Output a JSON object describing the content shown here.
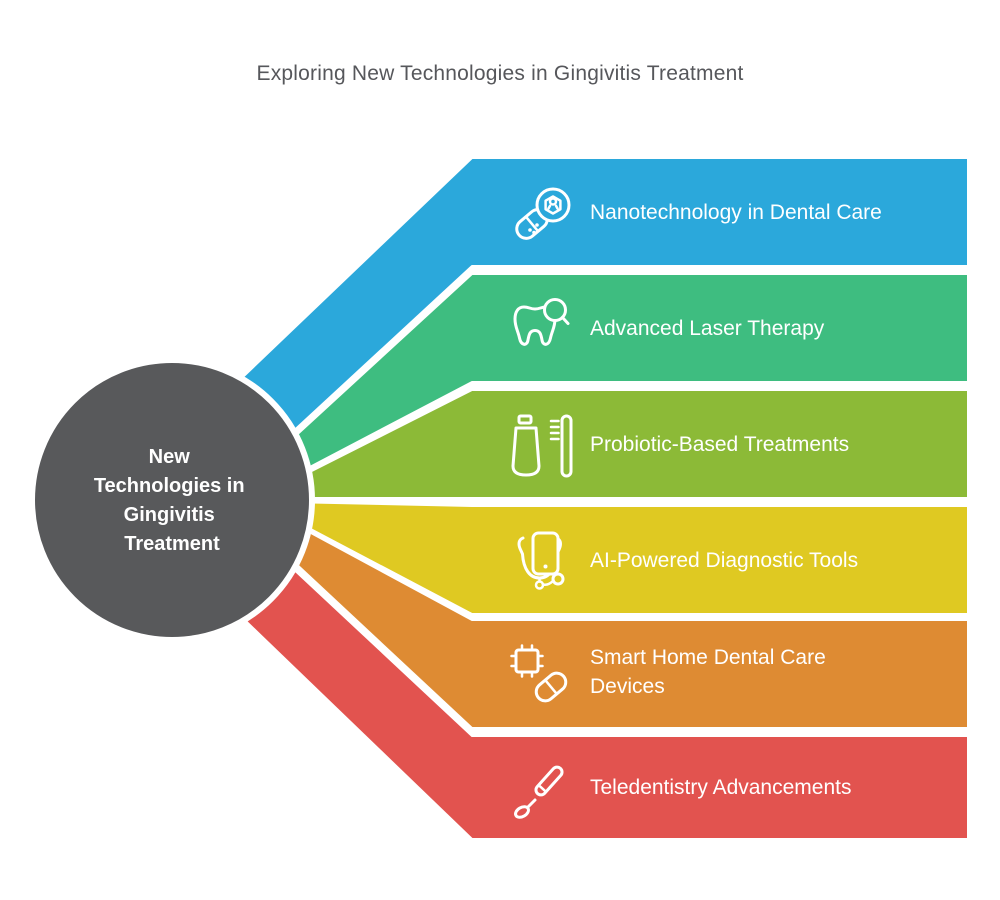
{
  "title": "Exploring New Technologies in Gingivitis Treatment",
  "center": {
    "label": "New Technologies in Gingivitis Treatment",
    "lines": [
      "New",
      "Technologies in",
      "Gingivitis",
      "Treatment"
    ],
    "color": "#58595B",
    "text_color": "#FFFFFF"
  },
  "items": [
    {
      "label": "Nanotechnology in Dental Care",
      "lines": [
        "Nanotechnology in Dental Care"
      ],
      "color": "#2BA8DB",
      "icon": "nano-pill-magnifier-icon"
    },
    {
      "label": "Advanced Laser Therapy",
      "lines": [
        "Advanced Laser Therapy"
      ],
      "color": "#3EBD80",
      "icon": "tooth-magnifier-icon"
    },
    {
      "label": "Probiotic-Based Treatments",
      "lines": [
        "Probiotic-Based Treatments"
      ],
      "color": "#8CBA37",
      "icon": "toothpaste-toothbrush-icon"
    },
    {
      "label": "AI-Powered Diagnostic Tools",
      "lines": [
        "AI-Powered Diagnostic Tools"
      ],
      "color": "#DFC922",
      "icon": "phone-stethoscope-icon"
    },
    {
      "label": "Smart Home Dental Care Devices",
      "lines": [
        "Smart Home Dental Care",
        "Devices"
      ],
      "color": "#DE8B33",
      "icon": "chip-pill-icon"
    },
    {
      "label": "Teledentistry Advancements",
      "lines": [
        "Teledentistry Advancements"
      ],
      "color": "#E2534F",
      "icon": "dental-probe-icon"
    }
  ],
  "label_text_color": "#FFFFFF"
}
